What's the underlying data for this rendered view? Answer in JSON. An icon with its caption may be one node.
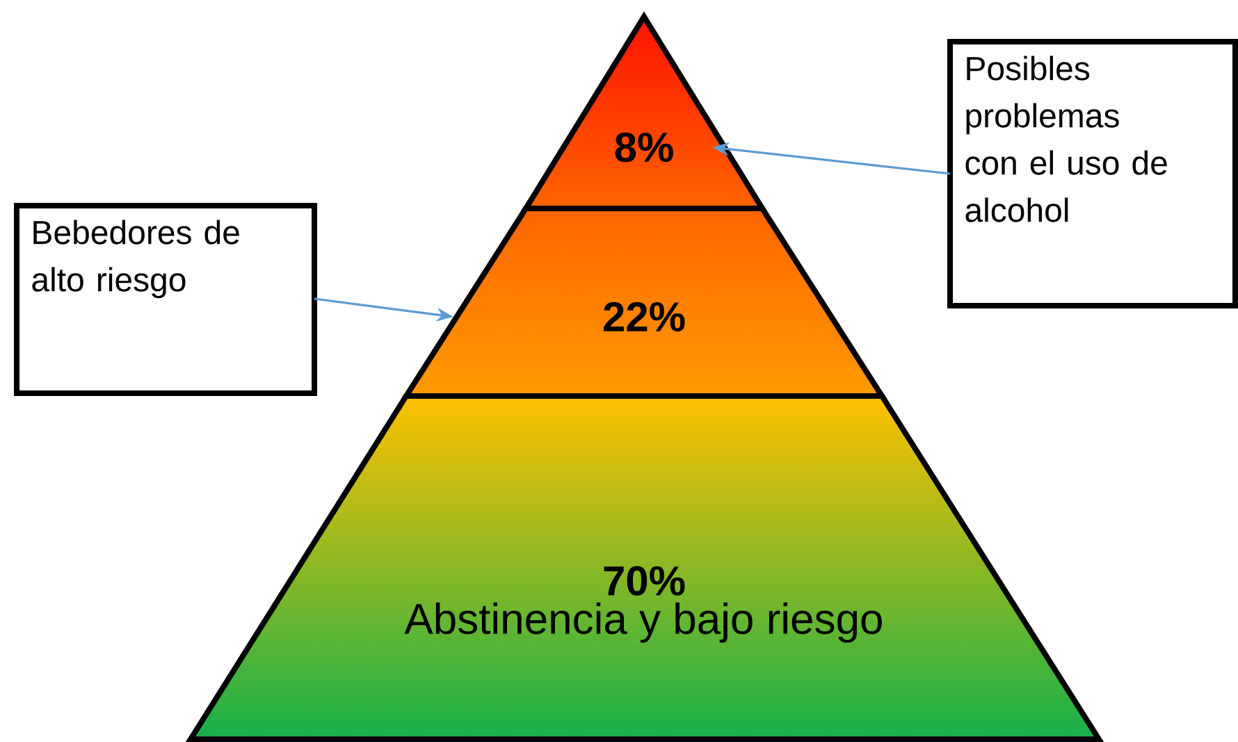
{
  "diagram": {
    "nodes": [
      {
        "text": [
          "8%"
        ]
      },
      {
        "text": [
          "Posibles problemas con el uso de alcohol"
        ]
      },
      {
        "text": [
          "Bebedores de alto riesgo"
        ]
      },
      {
        "text": [
          "22%"
        ]
      },
      {
        "text": [
          "70%",
          "Abstinencia y bajo riesgo"
        ]
      }
    ],
    "edges": [
      {
        "from": 1,
        "to": 0,
        "arrow": "to",
        "color": "#5b9bd5"
      },
      {
        "from": 2,
        "to": 3,
        "arrow": "to",
        "color": "#5b9bd5"
      }
    ]
  }
}
